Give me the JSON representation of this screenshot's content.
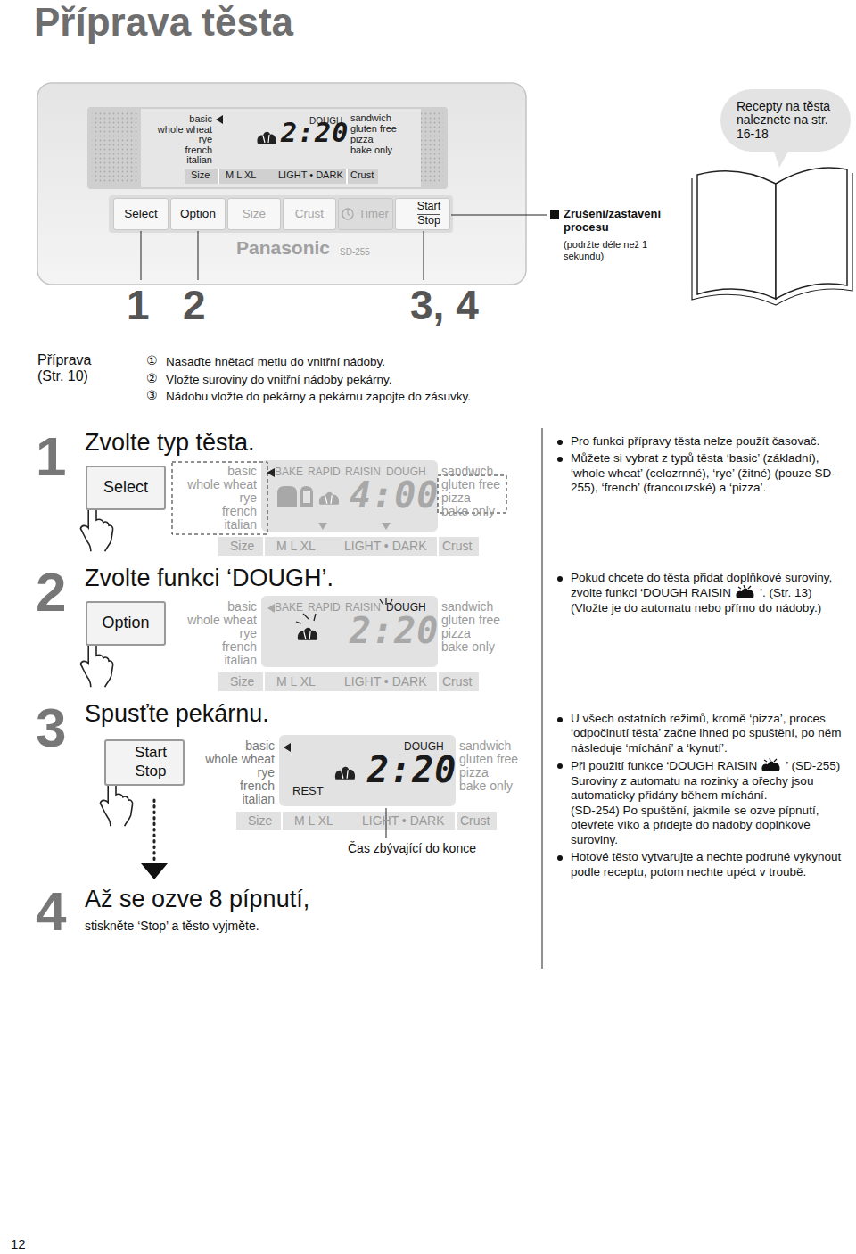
{
  "diagram": {
    "title": "Příprava těsta",
    "nodes": [
      {
        "text": [
          "Select"
        ]
      },
      {
        "text": [
          "Option"
        ]
      },
      {
        "text": [
          "Size"
        ]
      },
      {
        "text": [
          "Crust"
        ]
      },
      {
        "text": [
          "Timer"
        ]
      },
      {
        "text": [
          "Start",
          "Stop"
        ]
      },
      {
        "text": [
          "Recepty na těsta naleznete na str. 16-18"
        ]
      },
      {
        "text": [
          "Select"
        ]
      },
      {
        "text": [
          "Option"
        ]
      },
      {
        "text": [
          "Start",
          "Stop"
        ]
      }
    ],
    "labels": [
      "basic",
      "whole wheat",
      "rye",
      "french",
      "italian",
      "DOUGH",
      "2:20",
      "sandwich",
      "gluten free",
      "pizza",
      "bake only",
      "Size",
      "M L XL",
      "LIGHT • DARK",
      "Crust",
      "Panasonic",
      "SD-255",
      "Zrušení/zastavení procesu",
      "(podržte déle než 1 sekundu)",
      "1",
      "2",
      "3, 4",
      "Příprava (Str. 10)",
      "①",
      "Nasaďte hnětací metlu do vnitřní nádoby.",
      "②",
      "Vložte suroviny do vnitřní nádoby pekárny.",
      "③",
      "Nádobu vložte do pekárny a pekárnu zapojte do zásuvky.",
      "1",
      "Zvolte typ těsta.",
      "basic",
      "whole wheat",
      "rye",
      "french",
      "italian",
      "BAKE",
      "RAPID",
      "RAISIN",
      "DOUGH",
      "4:00",
      "sandwich",
      "gluten free",
      "pizza",
      "bake only",
      "Size",
      "M L XL",
      "LIGHT • DARK",
      "Crust",
      "Pro funkci přípravy těsta nelze použít časovač.",
      "Můžete si vybrat z typů těsta ‘basic’ (základní), ‘whole wheat’ (celozrnné), ‘rye’ (žitné) (pouze SD-255), ‘french’ (francouzské) a ‘pizza’.",
      "2",
      "Zvolte funkci ‘DOUGH’.",
      "basic",
      "whole wheat",
      "rye",
      "french",
      "italian",
      "BAKE",
      "RAPID",
      "RAISIN",
      "DOUGH",
      "2:20",
      "sandwich",
      "gluten free",
      "pizza",
      "bake only",
      "Size",
      "M L XL",
      "LIGHT • DARK",
      "Crust",
      "Pokud chcete do těsta přidat doplňkové suroviny, zvolte funkci ‘DOUGH RAISIN",
      "’. (Str. 13)",
      "(Vložte je do automatu nebo přímo do nádoby.)",
      "3",
      "Spusťte pekárnu.",
      "basic",
      "whole wheat",
      "rye",
      "french",
      "italian",
      "DOUGH",
      "2:20",
      "REST",
      "sandwich",
      "gluten free",
      "pizza",
      "bake only",
      "Size",
      "M L XL",
      "LIGHT • DARK",
      "Crust",
      "Čas zbývající do konce",
      "U všech ostatních režimů, kromě ‘pizza’, proces ‘odpočinutí těsta’ začne ihned po spuštění, po něm následuje ‘míchání’ a ‘kynutí’.",
      "Při použití funkce ‘DOUGH RAISIN",
      "’ (SD-255) Suroviny z automatu na rozinky a ořechy jsou automaticky přidány během míchání.",
      "(SD-254) Po spuštění, jakmile se ozve pípnutí, otevřete víko a přidejte do nádoby doplňkové suroviny.",
      "Hotové těsto vytvarujte a nechte podruhé vykynout podle receptu, potom nechte upéct v troubě.",
      "4",
      "Až se ozve 8 pípnutí,",
      "stiskněte ‘Stop’ a těsto vyjměte.",
      "12"
    ]
  }
}
